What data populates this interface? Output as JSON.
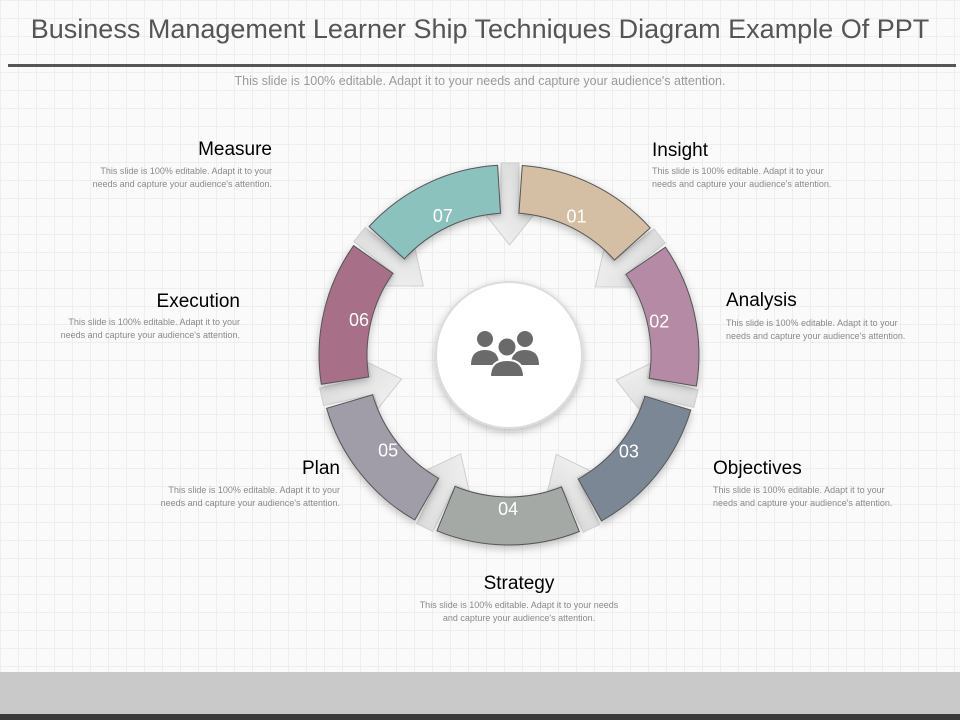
{
  "header": {
    "title": "Business Management Learner Ship Techniques Diagram Example Of PPT",
    "subtitle": "This slide is 100% editable. Adapt it to your needs and capture your audience's attention."
  },
  "center_icon": "people-group-icon",
  "steps": [
    {
      "number": "01",
      "label": "Insight",
      "color": "#d4bfa5",
      "desc": "This slide is 100% editable. Adapt it to your needs and capture your audience's attention."
    },
    {
      "number": "02",
      "label": "Analysis",
      "color": "#b58aa5",
      "desc": "This slide is 100% editable. Adapt it to your needs and capture your audience's attention."
    },
    {
      "number": "03",
      "label": "Objectives",
      "color": "#7b8796",
      "desc": "This slide is 100% editable. Adapt it to your needs and capture your audience's attention."
    },
    {
      "number": "04",
      "label": "Strategy",
      "color": "#a4a9a6",
      "desc": "This slide is 100% editable. Adapt it to your needs and capture your audience's attention."
    },
    {
      "number": "05",
      "label": "Plan",
      "color": "#a09ca8",
      "desc": "This slide is 100% editable. Adapt it to your needs and capture your audience's attention."
    },
    {
      "number": "06",
      "label": "Execution",
      "color": "#a86f88",
      "desc": "This slide is 100% editable. Adapt it to your needs and capture your audience's attention."
    },
    {
      "number": "07",
      "label": "Measure",
      "color": "#8cc2be",
      "desc": "This slide is 100% editable. Adapt it to your needs and capture your audience's attention."
    }
  ]
}
